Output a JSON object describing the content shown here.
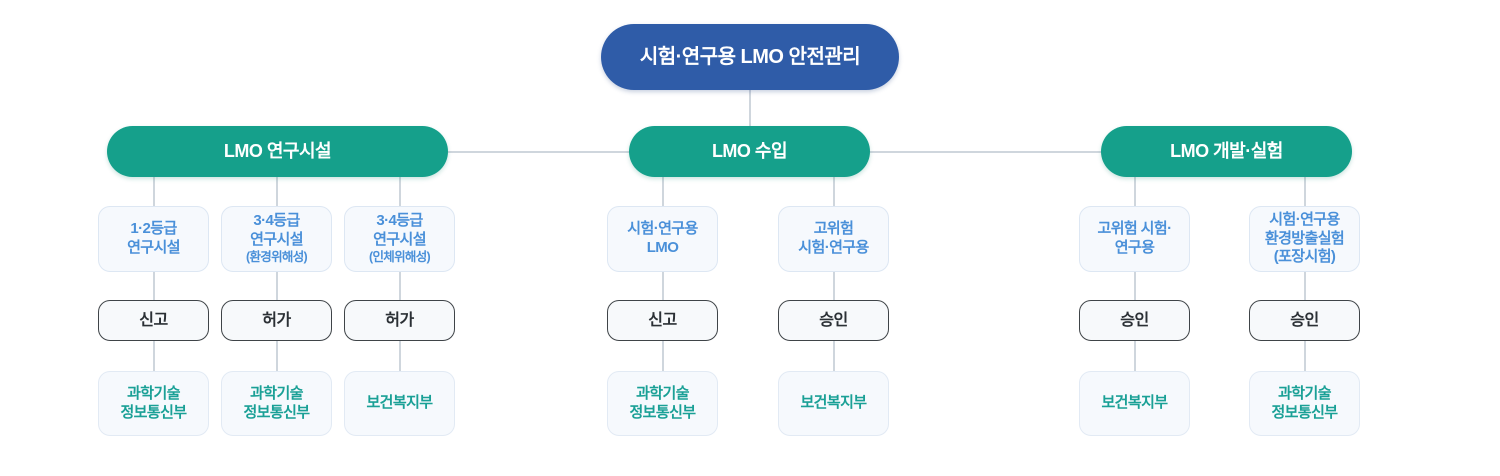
{
  "diagram": {
    "title": "시험·연구용 LMO 안전관리",
    "colors": {
      "root": "#2f5ca8",
      "category": "#15a08b",
      "item_text": "#4a90d9",
      "action_border": "#3f4448",
      "ministry_text": "#1aa096",
      "connector": "#cfd6dd",
      "panel_bg": "#f6f9fd"
    },
    "root": {
      "label": "시험·연구용 LMO 안전관리"
    },
    "categories": [
      {
        "id": "facility",
        "label": "LMO 연구시설"
      },
      {
        "id": "import",
        "label": "LMO 수입"
      },
      {
        "id": "develop",
        "label": "LMO 개발·실험"
      }
    ],
    "branches": [
      {
        "category": "LMO 연구시설",
        "items": [
          {
            "item_line1": "1·2등급",
            "item_line2": "연구시설",
            "item_line3": "",
            "action": "신고",
            "ministry_line1": "과학기술",
            "ministry_line2": "정보통신부"
          },
          {
            "item_line1": "3·4등급",
            "item_line2": "연구시설",
            "item_line3": "(환경위해성)",
            "action": "허가",
            "ministry_line1": "과학기술",
            "ministry_line2": "정보통신부"
          },
          {
            "item_line1": "3·4등급",
            "item_line2": "연구시설",
            "item_line3": "(인체위해성)",
            "action": "허가",
            "ministry_line1": "보건복지부",
            "ministry_line2": ""
          }
        ]
      },
      {
        "category": "LMO 수입",
        "items": [
          {
            "item_line1": "시험·연구용",
            "item_line2": "LMO",
            "item_line3": "",
            "action": "신고",
            "ministry_line1": "과학기술",
            "ministry_line2": "정보통신부"
          },
          {
            "item_line1": "고위험",
            "item_line2": "시험·연구용",
            "item_line3": "",
            "action": "승인",
            "ministry_line1": "보건복지부",
            "ministry_line2": ""
          }
        ]
      },
      {
        "category": "LMO 개발·실험",
        "items": [
          {
            "item_line1": "고위험 시험·",
            "item_line2": "연구용",
            "item_line3": "",
            "action": "승인",
            "ministry_line1": "보건복지부",
            "ministry_line2": ""
          },
          {
            "item_line1": "시험·연구용",
            "item_line2": "환경방출실험",
            "item_line3": "(포장시험)",
            "action": "승인",
            "ministry_line1": "과학기술",
            "ministry_line2": "정보통신부"
          }
        ]
      }
    ]
  }
}
